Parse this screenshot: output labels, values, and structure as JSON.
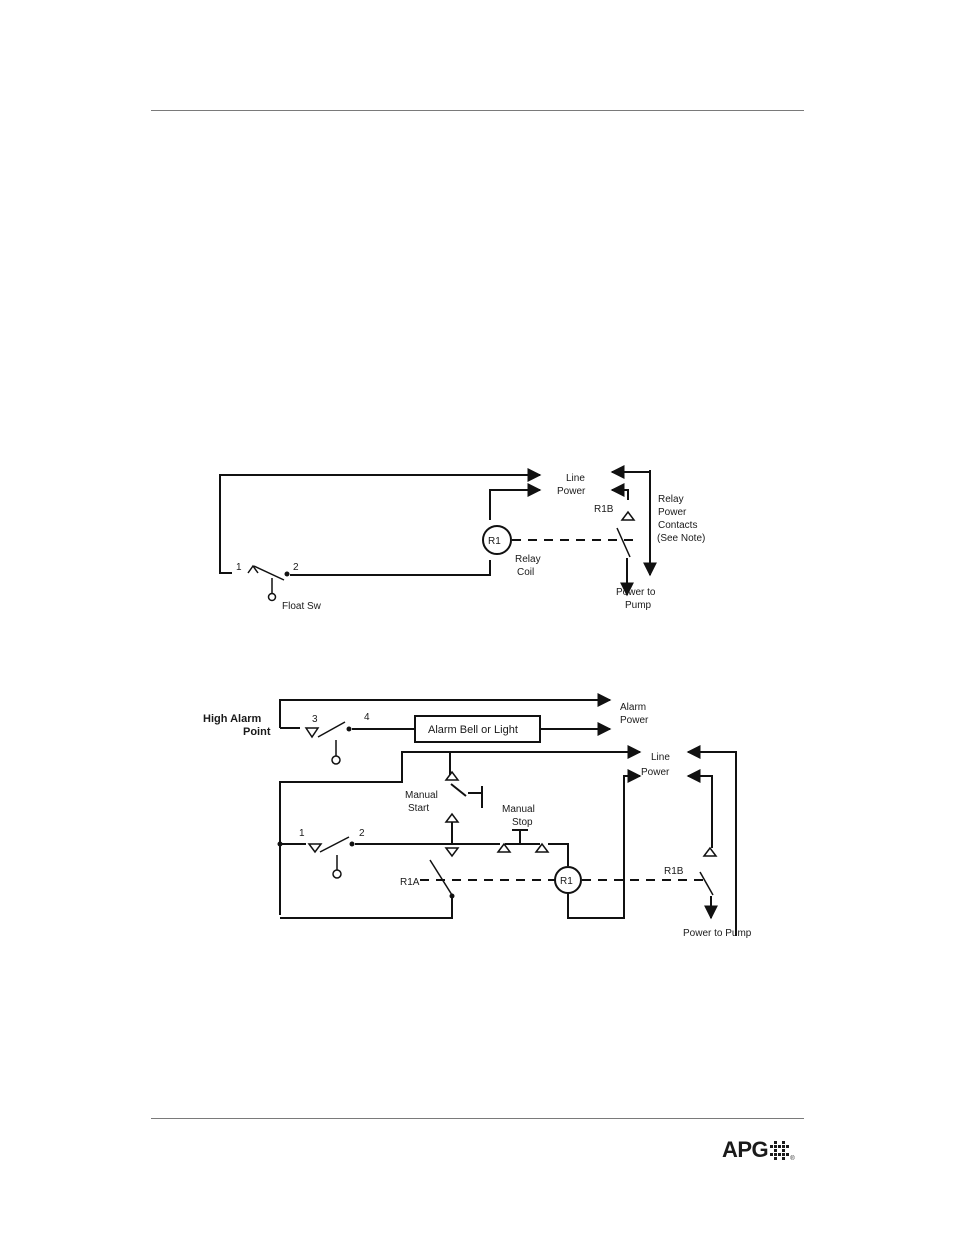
{
  "diagram1": {
    "line_power": [
      "Line",
      "Power"
    ],
    "relay_contacts": [
      "Relay",
      "Power",
      "Contacts",
      "(See Note)"
    ],
    "r1b": "R1B",
    "r1": "R1",
    "relay_coil": [
      "Relay",
      "Coil"
    ],
    "terminal_1": "1",
    "terminal_2": "2",
    "float_sw": "Float Sw",
    "power_to_pump": [
      "Power to",
      "Pump"
    ]
  },
  "diagram2": {
    "high_alarm_point": [
      "High Alarm",
      "Point"
    ],
    "terminal_3": "3",
    "terminal_4": "4",
    "alarm_box": "Alarm Bell or Light",
    "alarm_power": [
      "Alarm",
      "Power"
    ],
    "line_power": [
      "Line",
      "Power"
    ],
    "manual_start": [
      "Manual",
      "Start"
    ],
    "manual_stop": [
      "Manual",
      "Stop"
    ],
    "terminal_1": "1",
    "terminal_2": "2",
    "r1a": "R1A",
    "r1": "R1",
    "r1b": "R1B",
    "power_to_pump": "Power to Pump"
  },
  "logo": {
    "text": "APG",
    "registered": "®"
  }
}
